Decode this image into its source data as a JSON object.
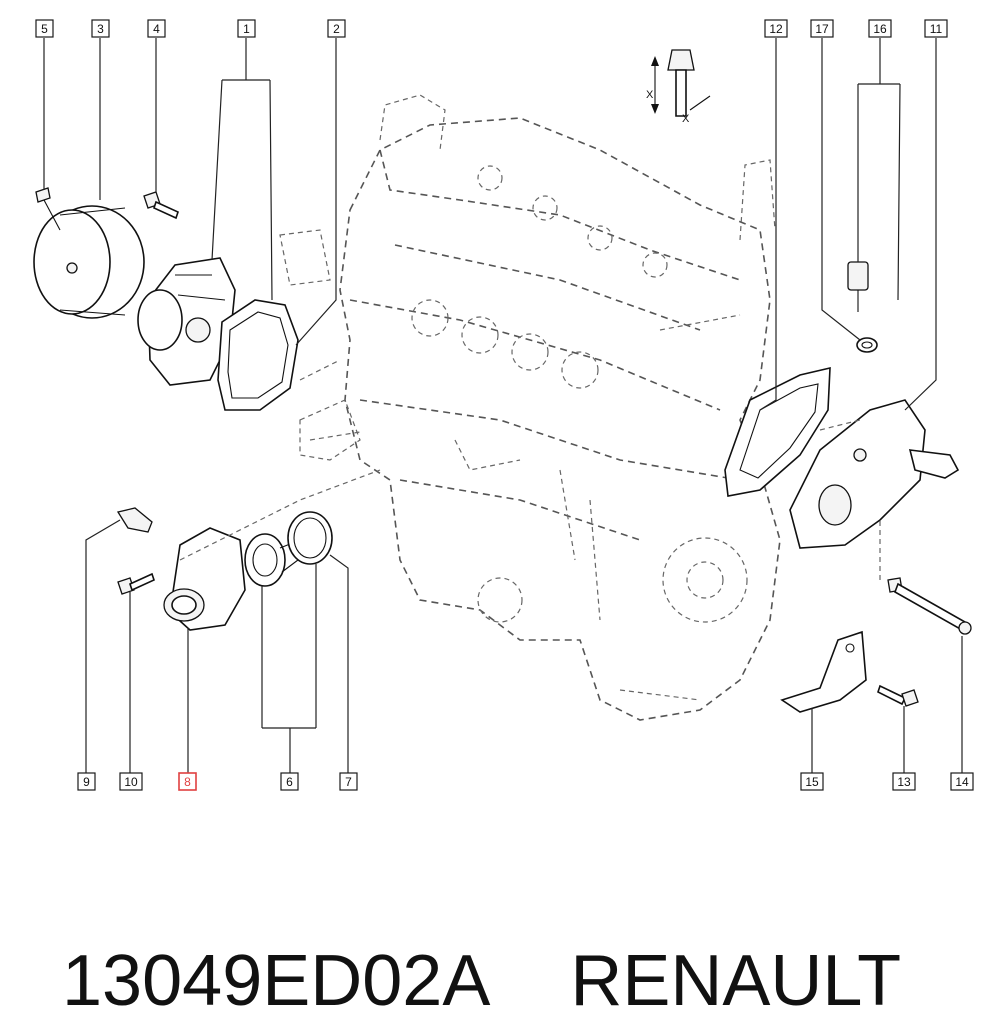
{
  "callouts": {
    "c1": "1",
    "c2": "2",
    "c3": "3",
    "c4": "4",
    "c5": "5",
    "c6": "6",
    "c7": "7",
    "c8": "8",
    "c9": "9",
    "c10": "10",
    "c11": "11",
    "c12": "12",
    "c13": "13",
    "c14": "14",
    "c15": "15",
    "c16": "16",
    "c17": "17"
  },
  "highlighted_callout": "8",
  "highlight_color": "#e04040",
  "torque_symbol": {
    "label_a": "X",
    "label_b": "X"
  },
  "footer": {
    "part_number": "13049ED02A",
    "brand": "RENAULT"
  }
}
